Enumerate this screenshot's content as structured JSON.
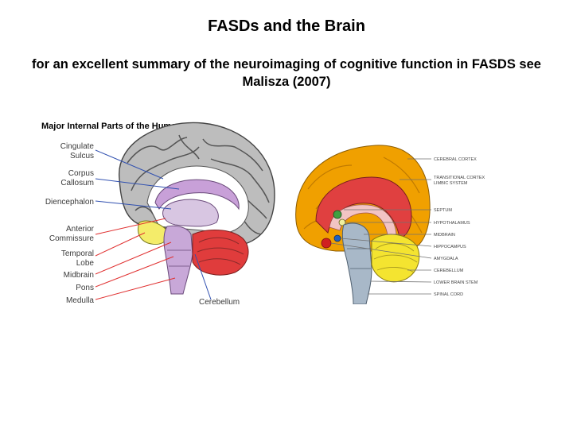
{
  "title": "FASDs and the Brain",
  "subtitle": "for an excellent summary of the neuroimaging of cognitive function in FASDS see Malisza (2007)",
  "left_figure": {
    "heading": "Major Internal Parts of the Human Brain",
    "labels": {
      "cingulate_1": "Cingulate",
      "cingulate_2": "Sulcus",
      "corpus_1": "Corpus",
      "corpus_2": "Callosum",
      "diencephalon": "Diencephalon",
      "anterior_1": "Anterior",
      "anterior_2": "Commissure",
      "temporal_1": "Temporal",
      "temporal_2": "Lobe",
      "midbrain": "Midbrain",
      "pons": "Pons",
      "medulla": "Medulla",
      "cerebellum": "Cerebellum"
    }
  },
  "right_figure": {
    "labels": {
      "cerebral_cortex": "CEREBRAL CORTEX",
      "transition_1": "TRANSITIONAL CORTEX",
      "transition_2": "LIMBIC SYSTEM",
      "septum": "SEPTUM",
      "hypothalamus": "HYPOTHALAMUS",
      "midbrain": "MIDBRAIN",
      "hippocampus": "HIPPOCAMPUS",
      "amygdala": "AMYGDALA",
      "cerebellum": "CEREBELLUM",
      "lower_brain_stem": "LOWER BRAIN STEM",
      "spinal_cord": "SPINAL CORD"
    }
  },
  "colors": {
    "label_line_blue": "#3050b0",
    "label_line_red": "#e03030",
    "cortex_gray": "#b8b8b8",
    "callosum_purple": "#c8a0d8",
    "cerebellum_red": "#e03c3c",
    "temporal_yellow": "#f4ec6a",
    "cortex_orange": "#f0a000",
    "limbic_red": "#e04040"
  }
}
